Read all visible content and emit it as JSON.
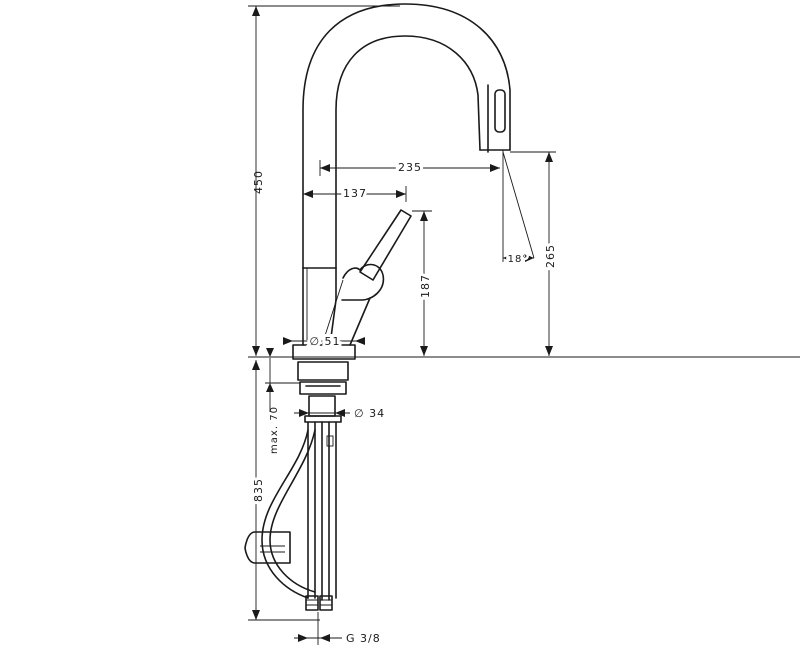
{
  "dimensions": {
    "height_total": "450",
    "spout_reach": "235",
    "handle_reach": "137",
    "handle_height": "187",
    "spout_height": "265",
    "spray_angle": "18°",
    "base_diameter": "∅ 51",
    "shank_diameter": "∅ 34",
    "max_thickness": "max. 70",
    "hose_length": "835",
    "connection": "G 3/8"
  }
}
